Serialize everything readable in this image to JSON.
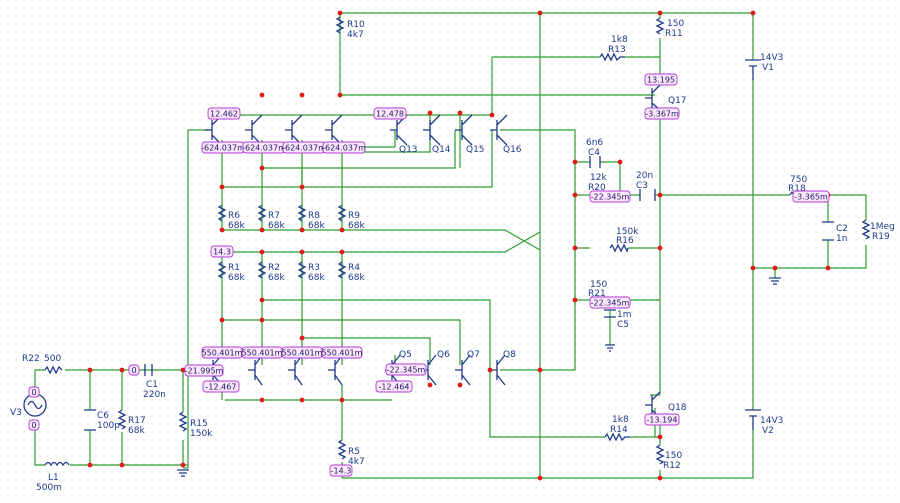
{
  "components": {
    "R1": [
      "R1",
      "68k"
    ],
    "R2": [
      "R2",
      "68k"
    ],
    "R3": [
      "R3",
      "68k"
    ],
    "R4": [
      "R4",
      "68k"
    ],
    "R5": [
      "R5",
      "4k7"
    ],
    "R6": [
      "R6",
      "68k"
    ],
    "R7": [
      "R7",
      "68k"
    ],
    "R8": [
      "R8",
      "68k"
    ],
    "R9": [
      "R9",
      "68k"
    ],
    "R10": [
      "R10",
      "4k7"
    ],
    "R11": [
      "150",
      "R11"
    ],
    "R12": [
      "150",
      "R12"
    ],
    "R13": [
      "1k8",
      "R13"
    ],
    "R14": [
      "1k8",
      "R14"
    ],
    "R15": [
      "R15",
      "150k"
    ],
    "R16": [
      "150k",
      "R16"
    ],
    "R17": [
      "R17",
      "68k"
    ],
    "R18": [
      "750",
      "R18"
    ],
    "R19": [
      "1Meg",
      "R19"
    ],
    "R20": [
      "12k",
      "R20"
    ],
    "R21": [
      "150",
      "R21"
    ],
    "R22": [
      "R22",
      "500"
    ],
    "C1": [
      "C1",
      "220n"
    ],
    "C2": [
      "C2",
      "1n"
    ],
    "C3": [
      "20n",
      "C3"
    ],
    "C4": [
      "6n6",
      "C4"
    ],
    "C5": [
      "1m",
      "C5"
    ],
    "C6": [
      "C6",
      "100p"
    ],
    "L1": [
      "L1",
      "500m"
    ],
    "V1": [
      "14V3",
      "V1"
    ],
    "V2": [
      "14V3",
      "V2"
    ],
    "V3": [
      "V3"
    ],
    "Q5": [
      "Q5"
    ],
    "Q6": [
      "Q6"
    ],
    "Q7": [
      "Q7"
    ],
    "Q8": [
      "Q8"
    ],
    "Q13": [
      "Q13"
    ],
    "Q14": [
      "Q14"
    ],
    "Q15": [
      "Q15"
    ],
    "Q16": [
      "Q16"
    ],
    "Q17": [
      "Q17"
    ],
    "Q18": [
      "Q18"
    ]
  },
  "probes": {
    "top_base": "12.462",
    "top_e1": "-624.037m",
    "top_e2": "-624.037m",
    "top_e3": "-624.037m",
    "top_e4": "-624.037m",
    "q13_base": "12.478",
    "q17_base": "13.195",
    "q17_emit": "-3.367m",
    "r20_node": "-22.345m",
    "r18_node": "-3.365m",
    "bias_14": "14.3",
    "r21_node": "-22.345m",
    "bot_c1": "550.401m",
    "bot_c2": "550.401m",
    "bot_c3": "550.401m",
    "bot_c4": "550.401m",
    "in_node": "-21.995m",
    "bot_e": "-12.467",
    "q5_base": "-22.345m",
    "q5_emit": "-12.464",
    "q18_emit": "-13.194",
    "neg_14": "-14.3",
    "gen_top": "0",
    "gen_bot": "0",
    "c1_left": "0"
  }
}
